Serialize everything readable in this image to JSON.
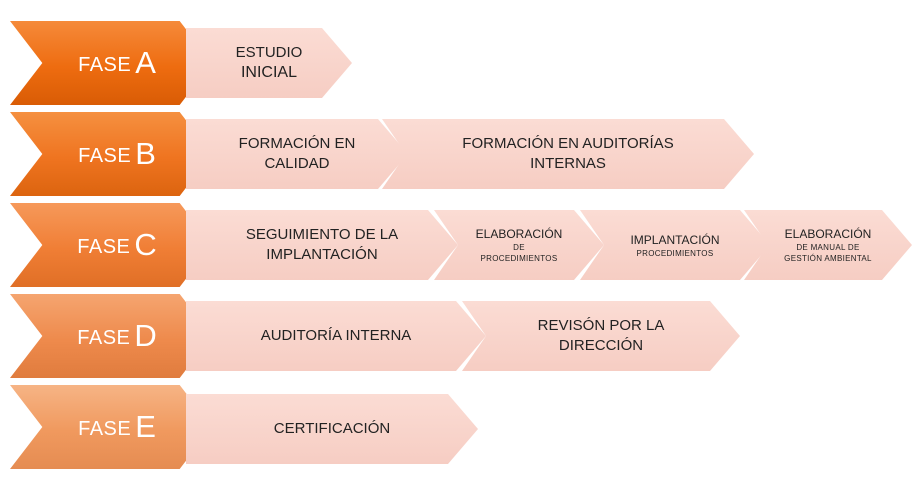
{
  "phases": [
    {
      "word": "FASE",
      "letter": "A",
      "steps": [
        {
          "line1": "ESTUDIO",
          "line2": "INICIAL"
        }
      ]
    },
    {
      "word": "FASE",
      "letter": "B",
      "steps": [
        {
          "line1": "FORMACIÓN EN",
          "line2": "CALIDAD"
        },
        {
          "line1": "FORMACIÓN EN AUDITORÍAS",
          "line2": "INTERNAS"
        }
      ]
    },
    {
      "word": "FASE",
      "letter": "C",
      "steps": [
        {
          "line1": "SEGUIMIENTO DE LA",
          "line2": "IMPLANTACIÓN"
        },
        {
          "title": "ELABORACIÓN",
          "sub1": "DE",
          "sub2": "PROCEDIMIENTOS"
        },
        {
          "title": "IMPLANTACIÓN",
          "sub1": "PROCEDIMIENTOS"
        },
        {
          "title": "ELABORACIÓN",
          "sub1": "DE MANUAL DE",
          "sub2": "GESTIÓN AMBIENTAL"
        }
      ]
    },
    {
      "word": "FASE",
      "letter": "D",
      "steps": [
        {
          "line1": "AUDITORÍA INTERNA"
        },
        {
          "line1": "REVISÓN POR LA",
          "line2": "DIRECCIÓN"
        }
      ]
    },
    {
      "word": "FASE",
      "letter": "E",
      "steps": [
        {
          "line1": "CERTIFICACIÓN"
        }
      ]
    }
  ]
}
